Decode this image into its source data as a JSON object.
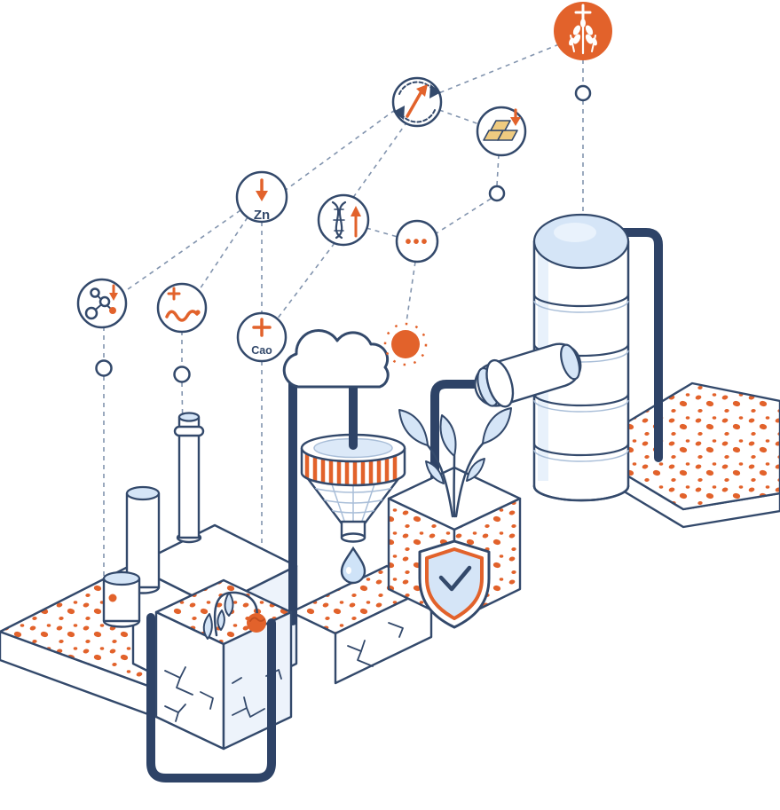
{
  "illustration": {
    "colors": {
      "navy": "#33496B",
      "pipe": "#2E4367",
      "orange": "#E2622B",
      "light_blue": "#D5E5F7",
      "pale_blue": "#EDF3FB",
      "dash": "#8294AE",
      "gold": "#EFCB80",
      "white": "#FFFFFF"
    },
    "node_labels": {
      "zinc": "Zn",
      "calcium_oxide": "Cao",
      "ellipsis": "•••"
    },
    "node_icons": [
      "wheat-plus-icon",
      "recycle-increase-icon",
      "gold-ingots-decrease-icon",
      "zinc-decrease-icon",
      "dna-increase-icon",
      "ellipsis-icon",
      "molecule-decrease-icon",
      "worm-plus-icon",
      "calcium-plus-icon"
    ],
    "scene_elements": [
      "factory-building",
      "chimneys",
      "contaminated-soil-mound",
      "wilted-plant",
      "cracked-soil",
      "filter-funnel",
      "water-drop",
      "cloud",
      "sun",
      "healthy-plant",
      "protection-shield",
      "processing-tank",
      "pipes",
      "treated-soil-mound"
    ]
  }
}
